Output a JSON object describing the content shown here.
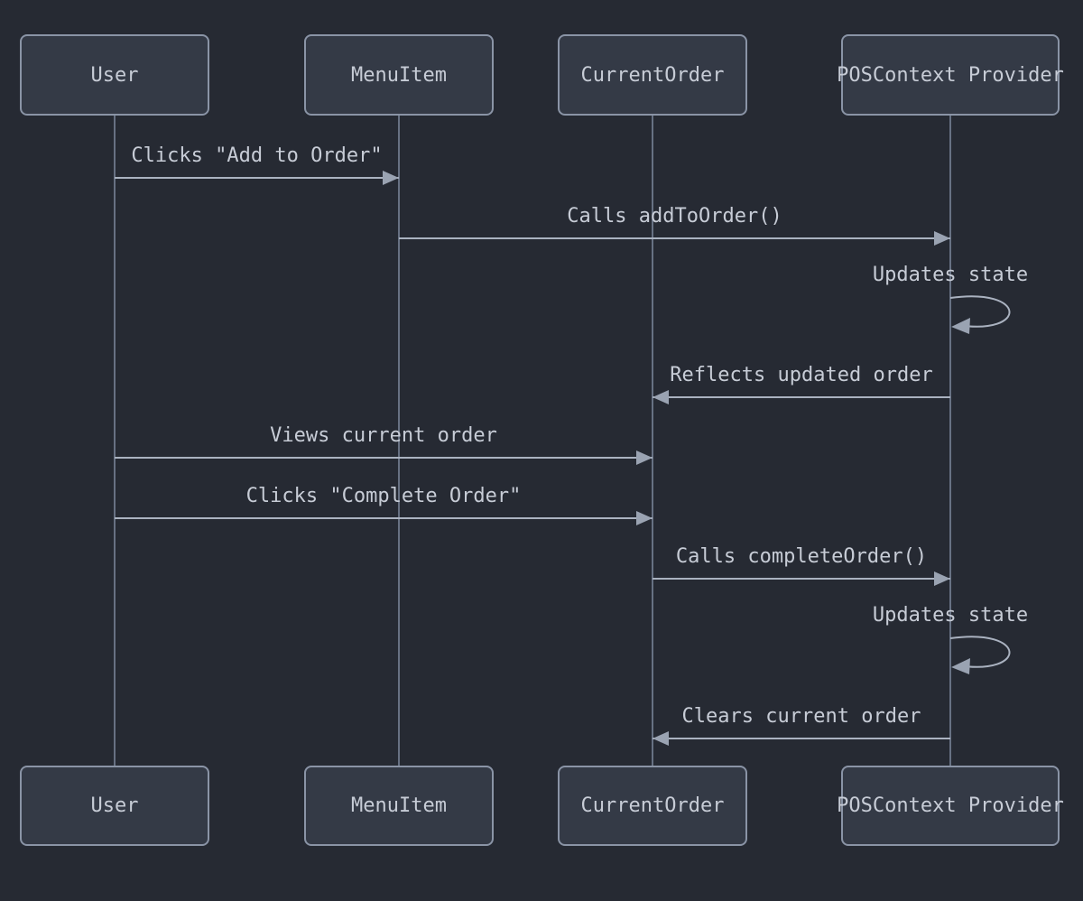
{
  "diagram": {
    "kind": "sequence-diagram",
    "actors": [
      {
        "name": "User"
      },
      {
        "name": "MenuItem"
      },
      {
        "name": "CurrentOrder"
      },
      {
        "name": "POSContext Provider"
      }
    ],
    "messages": [
      {
        "from": "User",
        "to": "MenuItem",
        "text": "Clicks \"Add to Order\"",
        "kind": "solid-arrow-right"
      },
      {
        "from": "MenuItem",
        "to": "POSContext Provider",
        "text": "Calls addToOrder()",
        "kind": "solid-arrow-right"
      },
      {
        "from": "POSContext Provider",
        "to": "POSContext Provider",
        "text": "Updates state",
        "kind": "self-loop"
      },
      {
        "from": "POSContext Provider",
        "to": "CurrentOrder",
        "text": "Reflects updated order",
        "kind": "solid-arrow-left"
      },
      {
        "from": "User",
        "to": "CurrentOrder",
        "text": "Views current order",
        "kind": "solid-arrow-right"
      },
      {
        "from": "User",
        "to": "CurrentOrder",
        "text": "Clicks \"Complete Order\"",
        "kind": "solid-arrow-right"
      },
      {
        "from": "CurrentOrder",
        "to": "POSContext Provider",
        "text": "Calls completeOrder()",
        "kind": "solid-arrow-right"
      },
      {
        "from": "POSContext Provider",
        "to": "POSContext Provider",
        "text": "Updates state",
        "kind": "self-loop"
      },
      {
        "from": "POSContext Provider",
        "to": "CurrentOrder",
        "text": "Clears current order",
        "kind": "solid-arrow-left"
      }
    ],
    "colors": {
      "bg": "#262a33",
      "box-fill": "#343a46",
      "box-border": "#8a94a6",
      "lifeline": "#677183",
      "line": "#aab2c0",
      "arrow": "#9aa3b2",
      "text": "#c7ccd6"
    }
  }
}
